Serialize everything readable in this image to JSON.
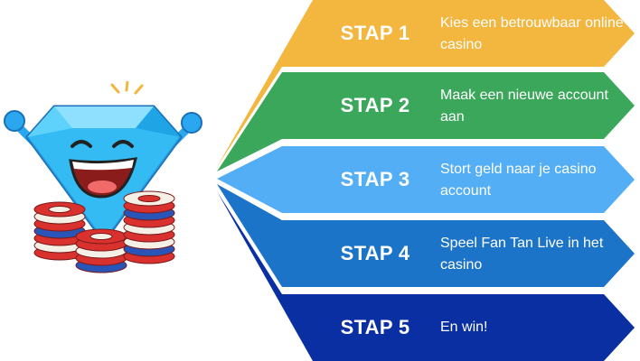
{
  "colors": {
    "step1": "#f3b63f",
    "step2": "#3aa75a",
    "step3": "#53aef5",
    "step4": "#1c74c8",
    "step5": "#0a2fa3"
  },
  "mascot_icon": "diamond-mascot-with-casino-chips-icon",
  "steps": [
    {
      "label": "STAP 1",
      "text": "Kies een betrouwbaar online casino"
    },
    {
      "label": "STAP 2",
      "text": "Maak een nieuwe account aan"
    },
    {
      "label": "STAP 3",
      "text": "Stort geld naar je casino account"
    },
    {
      "label": "STAP 4",
      "text": "Speel Fan Tan Live in het casino"
    },
    {
      "label": "STAP 5",
      "text": "En win!"
    }
  ]
}
